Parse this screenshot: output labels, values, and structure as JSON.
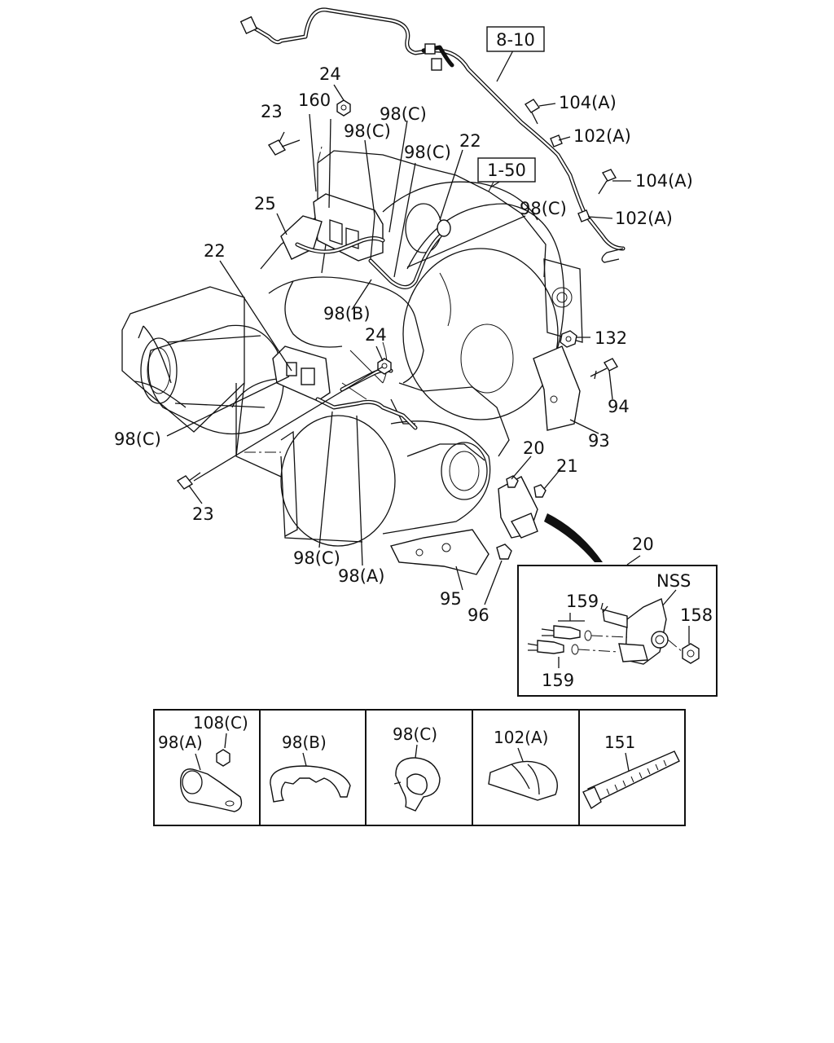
{
  "diagram": {
    "callouts": {
      "ref_8_10": "8-10",
      "ref_1_50": "1-50",
      "c104a_1": "104(A)",
      "c102a_1": "102(A)",
      "c104a_2": "104(A)",
      "c102a_2": "102(A)",
      "c98c_top_right": "98(C)",
      "c24_top": "24",
      "c160": "160",
      "c98c_top_mid": "98(C)",
      "c98c_top_a": "98(C)",
      "c98c_top_b": "98(C)",
      "c22_top": "22",
      "c23_top": "23",
      "c25": "25",
      "c22_left": "22",
      "c98b": "98(B)",
      "c24_mid": "24",
      "c132": "132",
      "c94": "94",
      "c93": "93",
      "c98c_left": "98(C)",
      "c20": "20",
      "c21": "21",
      "c23_bottom": "23",
      "c98c_bottom": "98(C)",
      "c98a": "98(A)",
      "c95": "95",
      "c96": "96"
    },
    "detail": {
      "ref": "20",
      "nss": "NSS",
      "c159_top": "159",
      "c159_bottom": "159",
      "c158": "158"
    },
    "legend": [
      {
        "label": "98(A)",
        "sub_label": "108(C)"
      },
      {
        "label": "98(B)"
      },
      {
        "label": "98(C)"
      },
      {
        "label": "102(A)"
      },
      {
        "label": "151"
      }
    ]
  }
}
